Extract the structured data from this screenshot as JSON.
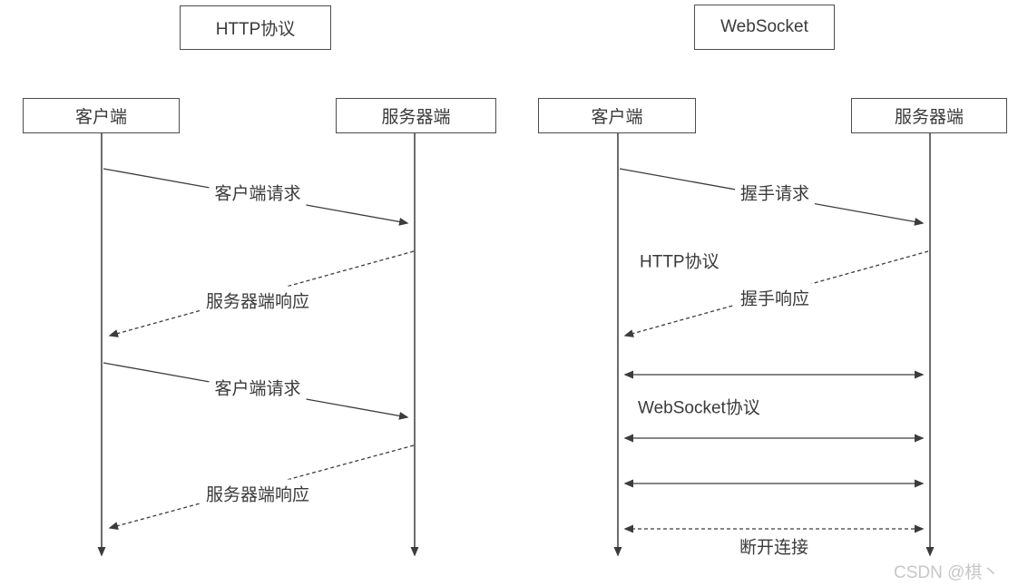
{
  "colors": {
    "stroke": "#3c3c3c",
    "box_border": "#4d4d4d",
    "text": "#3a3a3a",
    "watermark": "#c7c7c7",
    "background": "#ffffff"
  },
  "watermark": {
    "text": "CSDN @棋丶"
  },
  "diagrams": [
    {
      "title": "HTTP协议",
      "actors": [
        {
          "label": "客户端"
        },
        {
          "label": "服务器端"
        }
      ],
      "messages": [
        {
          "label": "客户端请求",
          "type": "solid",
          "direction": "right"
        },
        {
          "label": "服务器端响应",
          "type": "dashed",
          "direction": "left"
        },
        {
          "label": "客户端请求",
          "type": "solid",
          "direction": "right"
        },
        {
          "label": "服务器端响应",
          "type": "dashed",
          "direction": "left"
        }
      ]
    },
    {
      "title": "WebSocket",
      "actors": [
        {
          "label": "客户端"
        },
        {
          "label": "服务器端"
        }
      ],
      "phases": [
        {
          "label": "HTTP协议"
        },
        {
          "label": "WebSocket协议"
        }
      ],
      "messages": [
        {
          "label": "握手请求",
          "type": "solid",
          "direction": "right"
        },
        {
          "label": "握手响应",
          "type": "dashed",
          "direction": "left"
        },
        {
          "label": "",
          "type": "solid",
          "direction": "both"
        },
        {
          "label": "",
          "type": "solid",
          "direction": "both"
        },
        {
          "label": "",
          "type": "solid",
          "direction": "both"
        },
        {
          "label": "断开连接",
          "type": "dashed",
          "direction": "both"
        }
      ]
    }
  ]
}
